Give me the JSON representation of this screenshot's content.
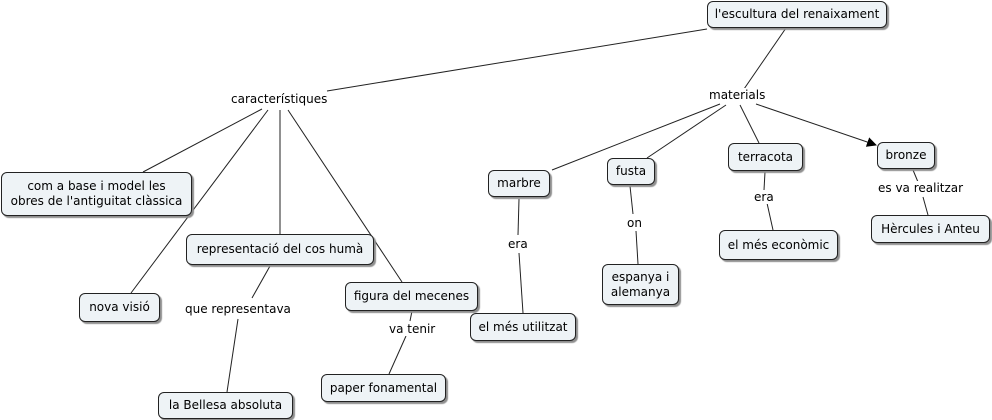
{
  "concepts": {
    "root": "l'escultura del renaixament",
    "caracteristiques": "característiques",
    "materials": "materials",
    "antiguitat": "com a base i model les\nobres de l'antiguitat clàssica",
    "cos_huma": "representació del cos humà",
    "nova_visio": "nova visió",
    "mecenes": "figura del mecenes",
    "bellesa": "la Bellesa absoluta",
    "paper": "paper fonamental",
    "marbre": "marbre",
    "fusta": "fusta",
    "terracota": "terracota",
    "bronze": "bronze",
    "mes_utilitzat": "el més utilitzat",
    "espanya": "espanya i\nalemanya",
    "mes_economic": "el més econòmic",
    "hercules": "Hèrcules i Anteu"
  },
  "links": {
    "que_representava": "que representava",
    "va_tenir": "va tenir",
    "era_marbre": "era",
    "on": "on",
    "era_terracota": "era",
    "es_va_realitzar": "es va realitzar"
  },
  "colors": {
    "node_fill": "#eef3f6",
    "node_border": "#222222",
    "line": "#222222"
  }
}
